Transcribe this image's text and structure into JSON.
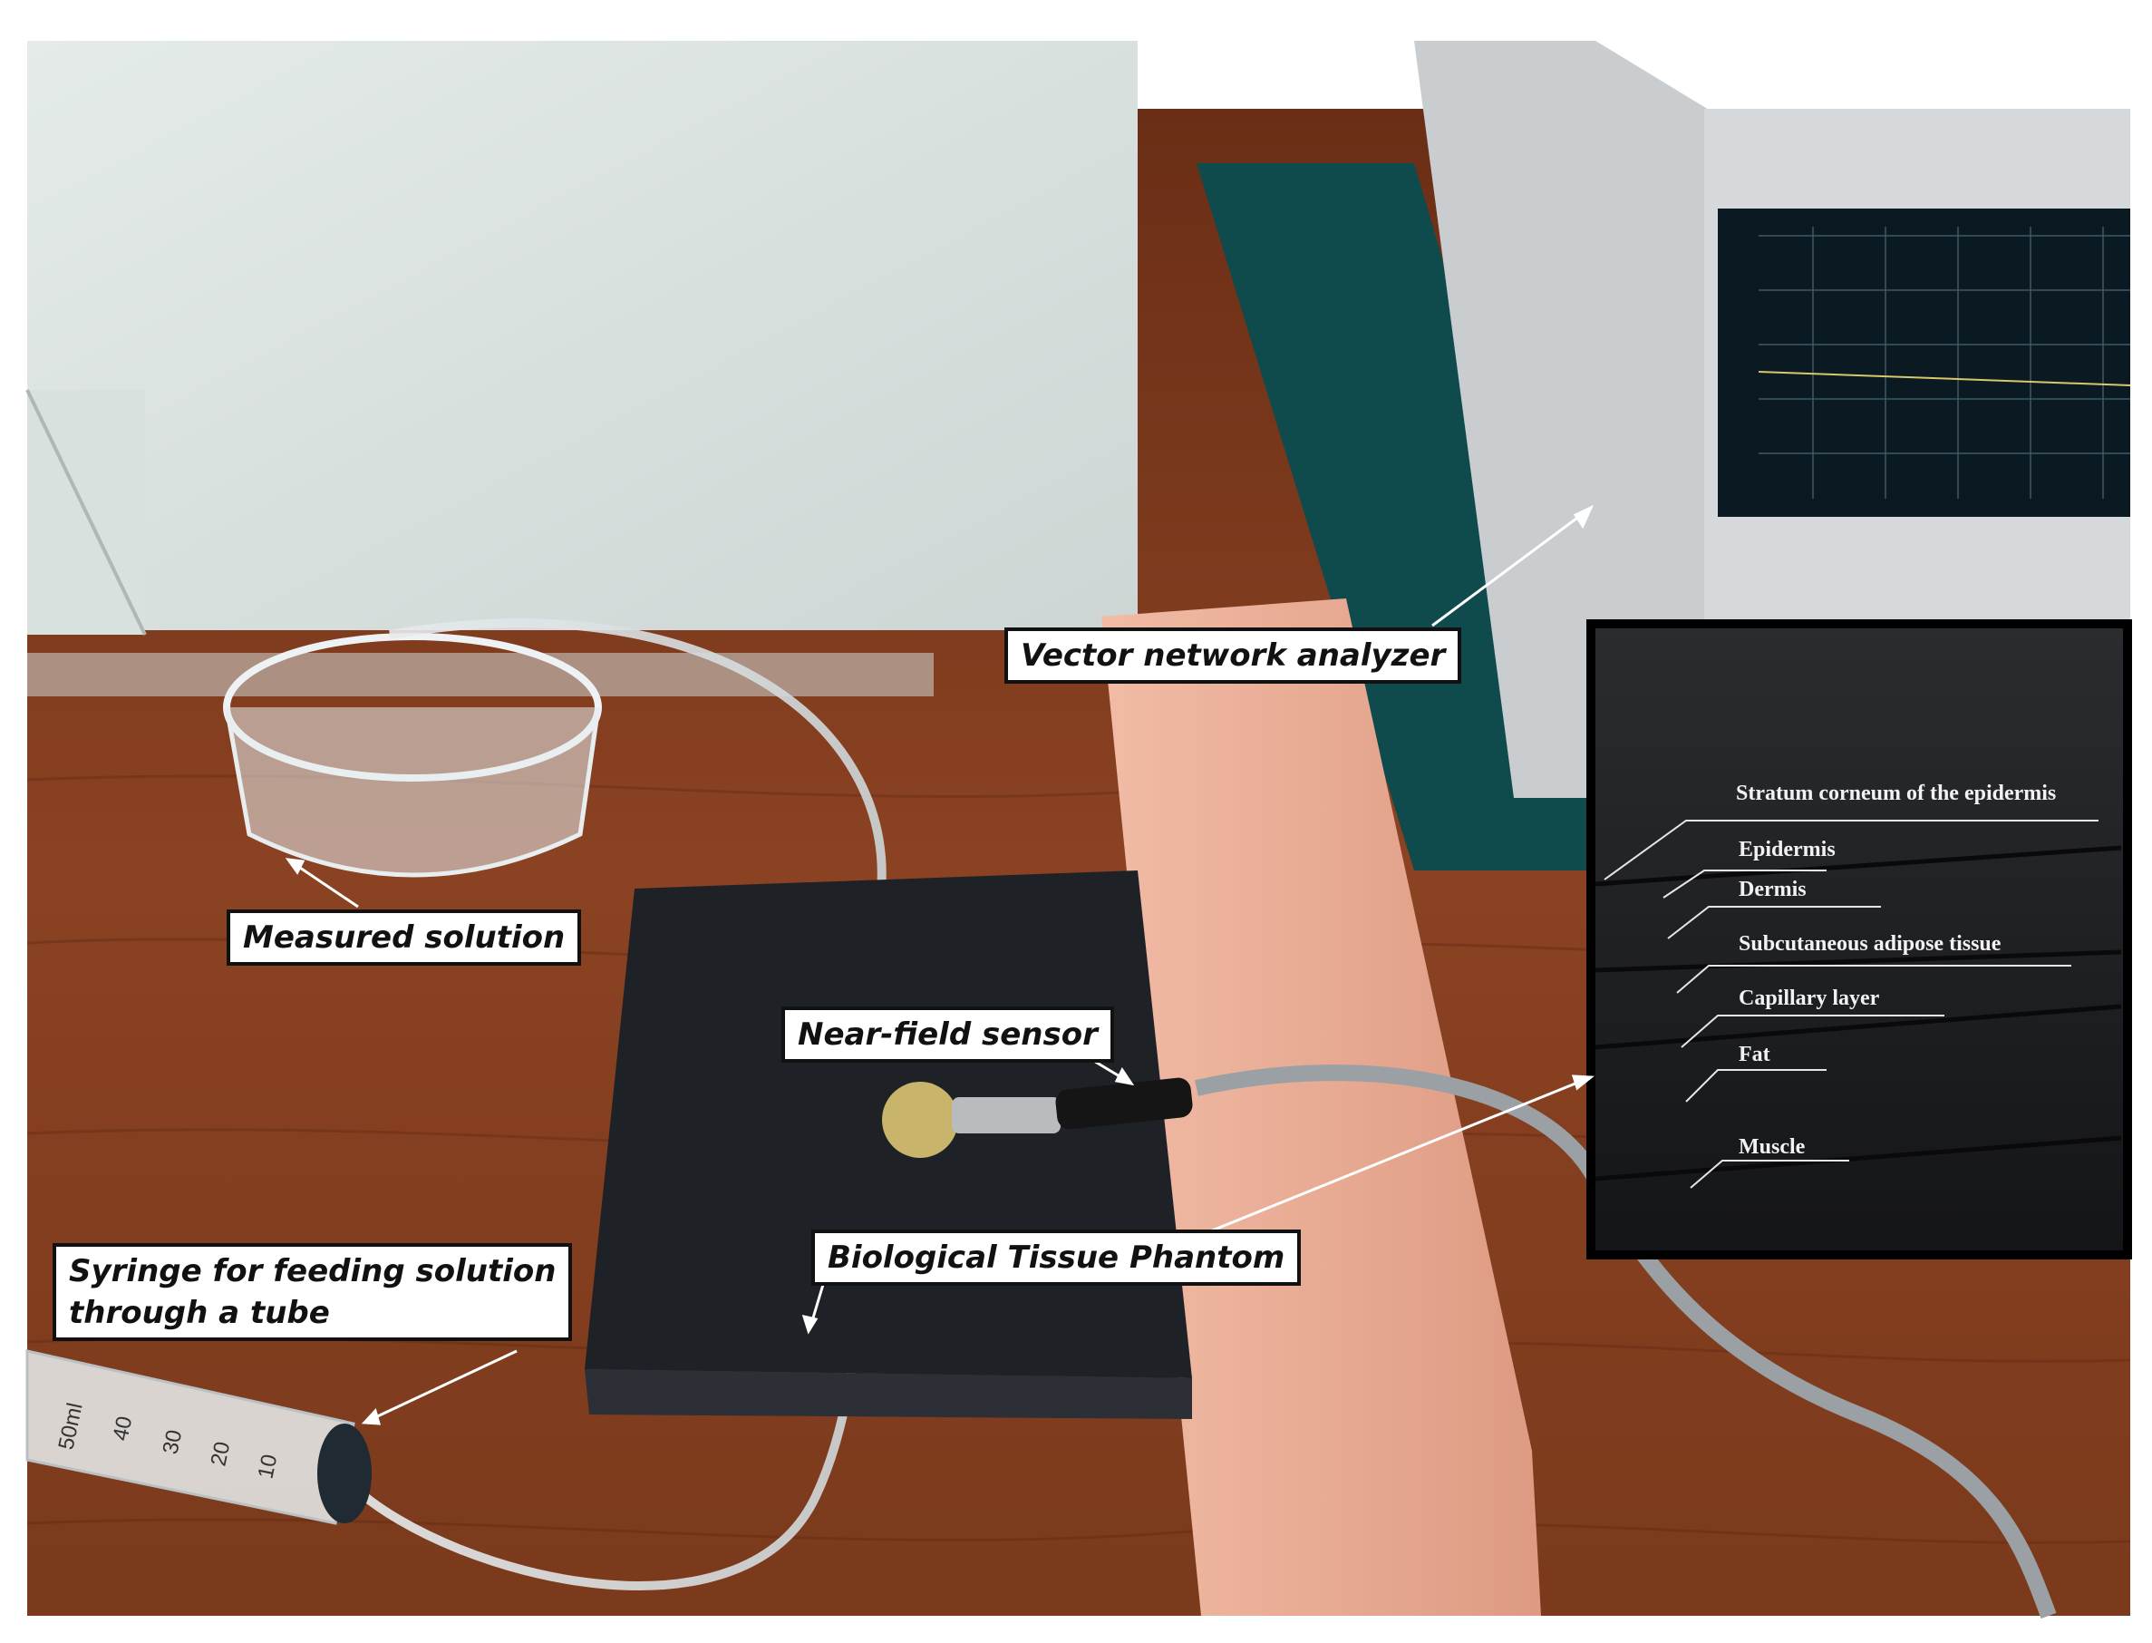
{
  "callouts": {
    "vna": "Vector network analyzer",
    "solution": "Measured solution",
    "sensor": "Near-field sensor",
    "phantom": "Biological Tissue Phantom",
    "syringe_line1": "Syringe for feeding solution",
    "syringe_line2": "through a tube"
  },
  "inset": {
    "layers": [
      "Stratum corneum of the epidermis",
      "Epidermis",
      "Dermis",
      "Subcutaneous adipose tissue",
      "Capillary layer",
      "Fat",
      "Muscle"
    ]
  },
  "syringe_scale": [
    "50ml",
    "40",
    "30",
    "20",
    "10"
  ],
  "colors": {
    "table": "#7a3a1e",
    "foam": "#dfe6e4",
    "phantom_block": "#1e2126",
    "pink_block": "#e8a892",
    "mat": "#0f4a4d",
    "analyzer": "#c9cdd0",
    "screen": "#0b1a22"
  }
}
